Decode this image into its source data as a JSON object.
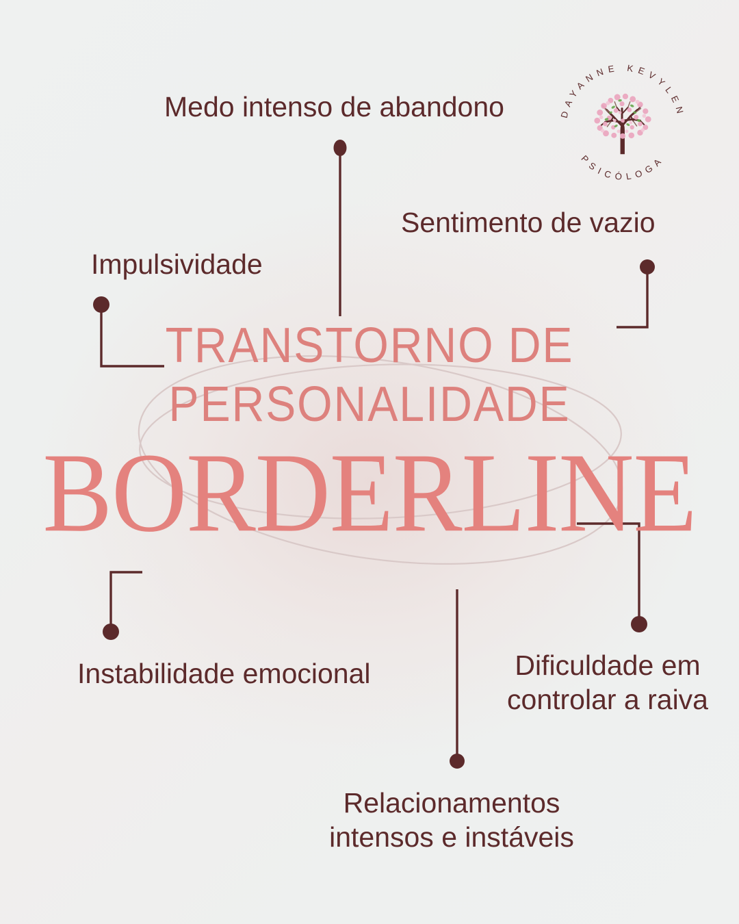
{
  "poster": {
    "title_line1": "TRANSTORNO DE",
    "title_line2": "PERSONALIDADE",
    "title_big": "BORDERLINE",
    "background_color": "#eff1f0",
    "accent_color": "#e4827e",
    "label_color": "#5c2a2b"
  },
  "logo": {
    "top_arc_text": "DAYANNE KEVYLEN",
    "bottom_arc_text": "PSICÓLOGA",
    "emblem": "cherry-blossom-tree",
    "ring_color": "#5c2a2b",
    "blossom_color": "#e8a0b8",
    "trunk_color": "#5c2a2b"
  },
  "symptoms": [
    {
      "id": "medo",
      "label": "Medo intenso de abandono"
    },
    {
      "id": "sentimento",
      "label": "Sentimento de vazio"
    },
    {
      "id": "impulsividade",
      "label": "Impulsividade"
    },
    {
      "id": "instabilidade",
      "label": "Instabilidade emocional"
    },
    {
      "id": "dificuldade",
      "label": "Dificuldade em\ncontrolar a raiva"
    },
    {
      "id": "relacionamentos",
      "label": "Relacionamentos\nintensos e instáveis"
    }
  ]
}
